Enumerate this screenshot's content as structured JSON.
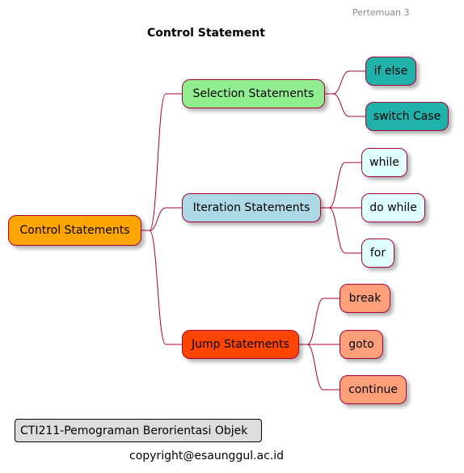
{
  "header": "Pertemuan 3",
  "title": "Control Statement",
  "colors": {
    "line": "#A80036",
    "border": "#A80036",
    "root": "#FFA500",
    "selection": "#90EE90",
    "selection_children": "#20B2AA",
    "iteration": "#ADD8E6",
    "iteration_children": "#E0FFFF",
    "jump": "#FF4500",
    "jump_children": "#FFA07A",
    "legend_bg": "#DDDDDD"
  },
  "mindmap": {
    "root": "Control Statements",
    "branches": [
      {
        "label": "Selection Statements",
        "children": [
          "if else",
          "switch Case"
        ]
      },
      {
        "label": "Iteration Statements",
        "children": [
          "while",
          "do while",
          "for"
        ]
      },
      {
        "label": "Jump Statements",
        "children": [
          "break",
          "goto",
          "continue"
        ]
      }
    ]
  },
  "legend": "CTI211-Pemograman Berorientasi Objek",
  "footer": "copyright@esaunggul.ac.id"
}
